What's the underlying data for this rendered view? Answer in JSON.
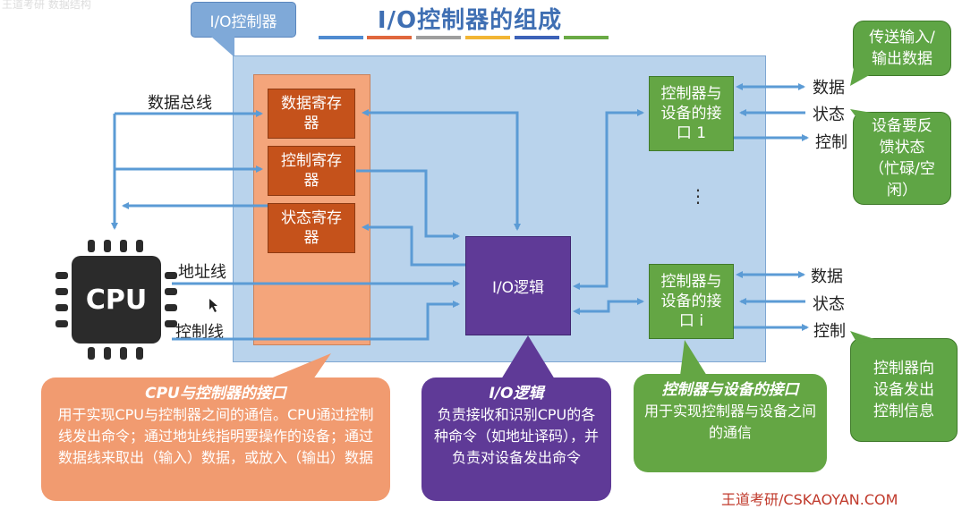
{
  "watermark": "王道考研 数据结构",
  "title": "I/O控制器的组成",
  "stripe_colors": [
    "#4f8bd0",
    "#e0673d",
    "#9e9e9e",
    "#f2b534",
    "#3c62b8",
    "#6aaa45"
  ],
  "io_controller_tag": "I/O控制器",
  "registers": {
    "data": "数据寄存器",
    "control": "控制寄存器",
    "status": "状态寄存器"
  },
  "io_logic": "I/O逻辑",
  "interfaces": {
    "first": "控制器与设备的接口 1",
    "last": "控制器与设备的接口 i",
    "ellipsis": "⋮"
  },
  "bus_labels": {
    "data_bus": "数据总线",
    "address_bus": "地址线",
    "control_bus": "控制线"
  },
  "cpu_label": "CPU",
  "device_lines_1": [
    "数据",
    "状态",
    "控制"
  ],
  "device_lines_i": [
    "数据",
    "状态",
    "控制"
  ],
  "notes": {
    "transfer_io": "传送输入/输出数据",
    "feedback": "设备要反馈状态（忙碌/空闲）",
    "control_info": "控制器向设备发出控制信息"
  },
  "callouts": {
    "cpu_interface": {
      "title": "CPU与控制器的接口",
      "body": "用于实现CPU与控制器之间的通信。CPU通过控制线发出命令；通过地址线指明要操作的设备；通过数据线来取出（输入）数据，或放入（输出）数据"
    },
    "io_logic": {
      "title": "I/O逻辑",
      "body": "负责接收和识别CPU的各种命令（如地址译码），并负责对设备发出命令"
    },
    "device_interface": {
      "title": "控制器与设备的接口",
      "body": "用于实现控制器与设备之间的通信"
    }
  },
  "footer": "王道考研/CSKAOYAN.COM",
  "colors": {
    "arrow": "#5b9bd5",
    "cpu_callout": "#f19b70",
    "logic_callout": "#5f3a97",
    "device_callout": "#64a644"
  }
}
